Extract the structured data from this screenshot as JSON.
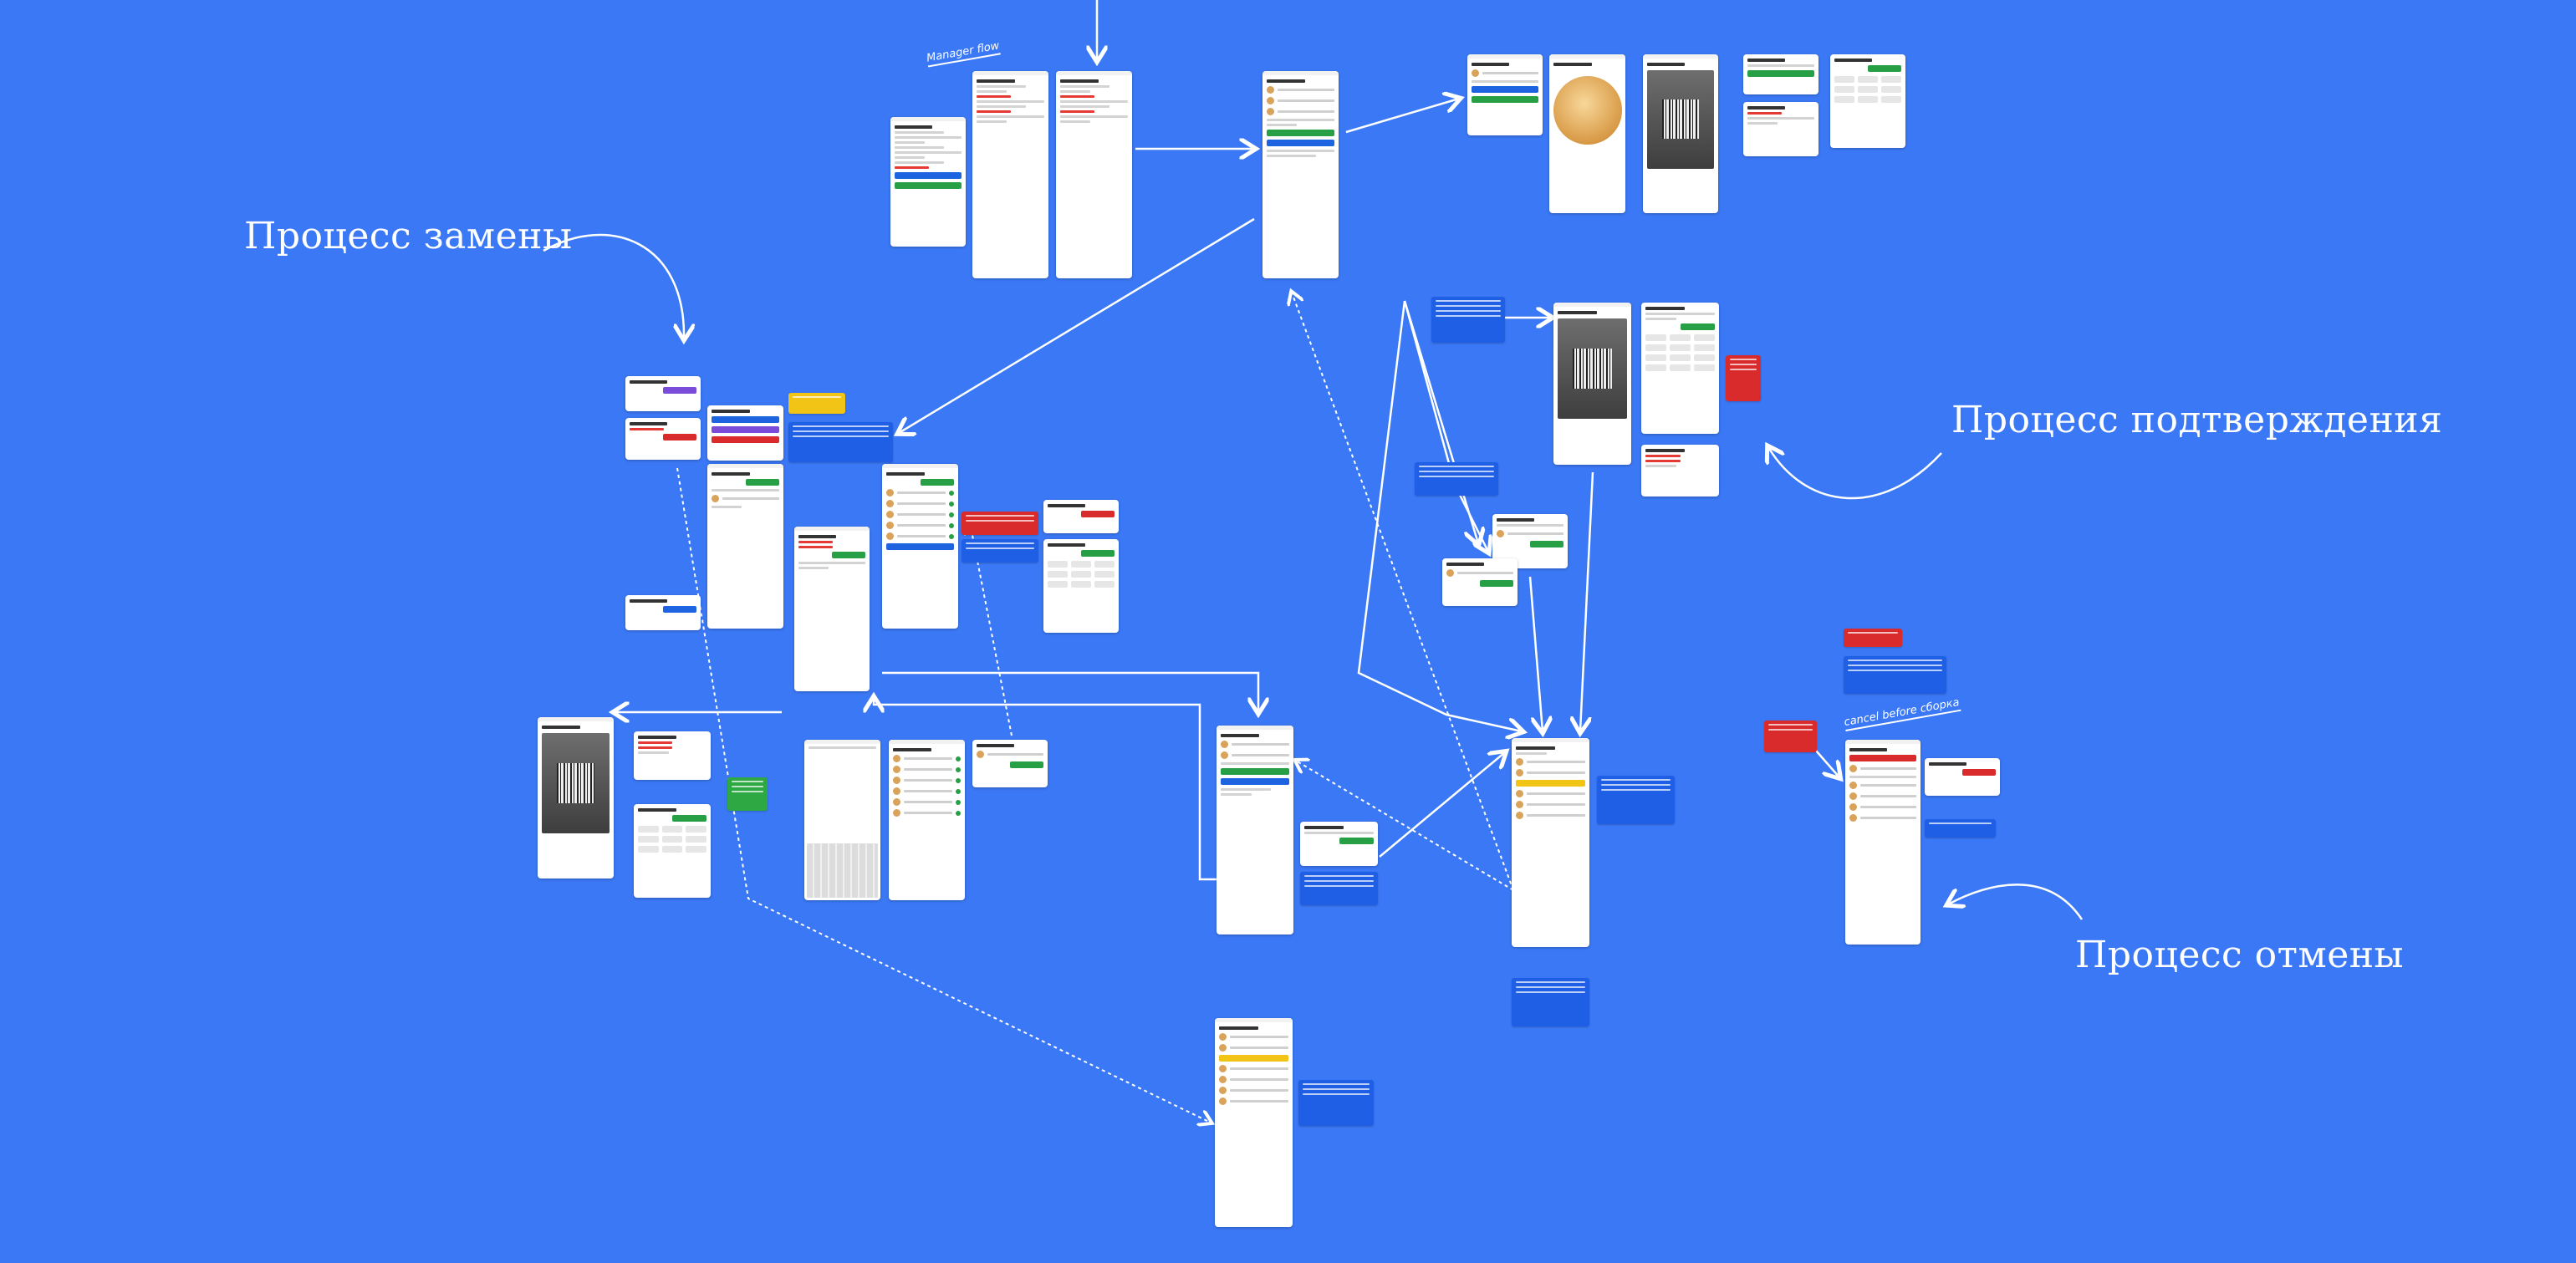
{
  "titles": {
    "replace": "Процесс замены",
    "confirm": "Процесс подтверждения",
    "cancel": "Процесс отмены"
  },
  "tags": {
    "manager_flow": "Manager flow",
    "cancel_before": "cancel before сборка"
  },
  "colors": {
    "background": "#3b78f5",
    "note_blue": "#1f5fe6",
    "note_red": "#d92b2b",
    "note_yellow": "#f2c416",
    "note_green": "#2ea843",
    "arrow": "#ffffff"
  },
  "screen_kinds": [
    "list",
    "order",
    "dialog",
    "photo",
    "keypad",
    "product",
    "keyboard"
  ],
  "note_kinds": [
    "blue",
    "red",
    "yellow",
    "green"
  ]
}
